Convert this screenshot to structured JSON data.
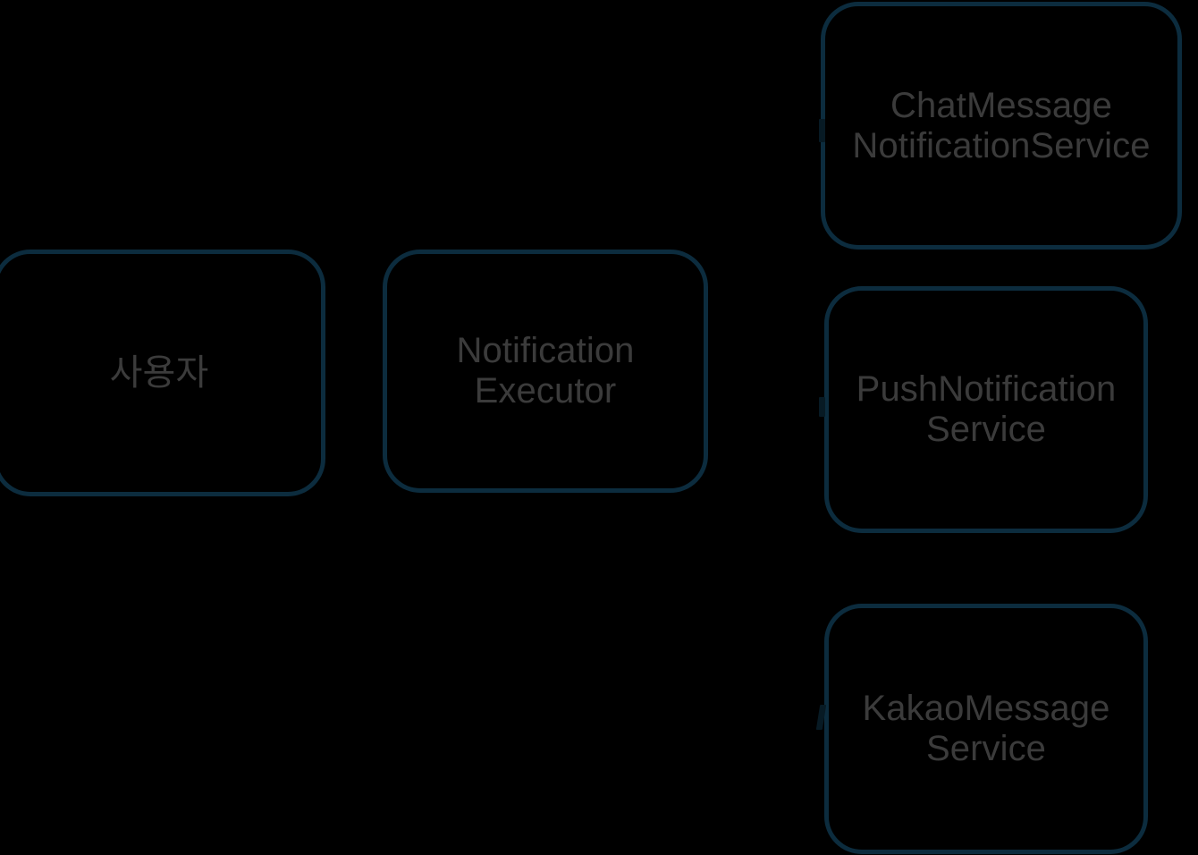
{
  "diagram": {
    "type": "architecture-flow",
    "background_color": "#000000",
    "node_border_color": "#0c2c3e",
    "node_text_color": "#3b3b3b",
    "nodes": [
      {
        "id": "user",
        "label": "사용자",
        "column": "actor",
        "shape": "rounded-rectangle"
      },
      {
        "id": "notification-executor",
        "label": "Notification\nExecutor",
        "column": "orchestrator",
        "shape": "rounded-rectangle"
      },
      {
        "id": "chat-message-notification-service",
        "label": "ChatMessage\nNotificationService",
        "column": "service",
        "shape": "rounded-rectangle"
      },
      {
        "id": "push-notification-service",
        "label": "PushNotification\nService",
        "column": "service",
        "shape": "rounded-rectangle"
      },
      {
        "id": "kakao-message-service",
        "label": "KakaoMessage\nService",
        "column": "service",
        "shape": "rounded-rectangle"
      }
    ]
  }
}
